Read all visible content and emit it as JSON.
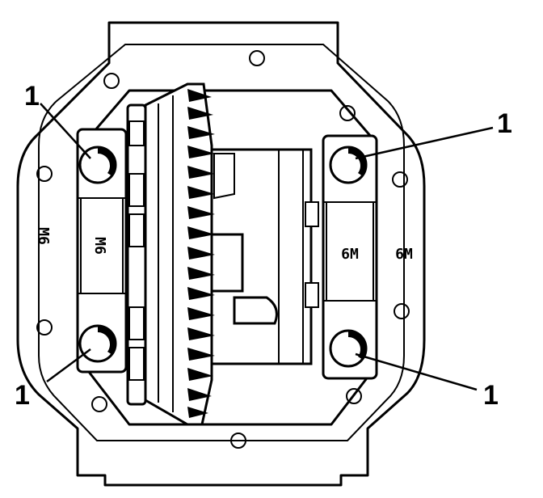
{
  "callouts": {
    "top_left": "1",
    "top_right": "1",
    "bottom_left": "1",
    "bottom_right": "1"
  },
  "cap_marks": {
    "left_outer": "M6",
    "left_inner": "M6",
    "right_inner": "6M",
    "right_outer": "6M"
  },
  "colors": {
    "ink": "#000000",
    "paper": "#ffffff"
  }
}
